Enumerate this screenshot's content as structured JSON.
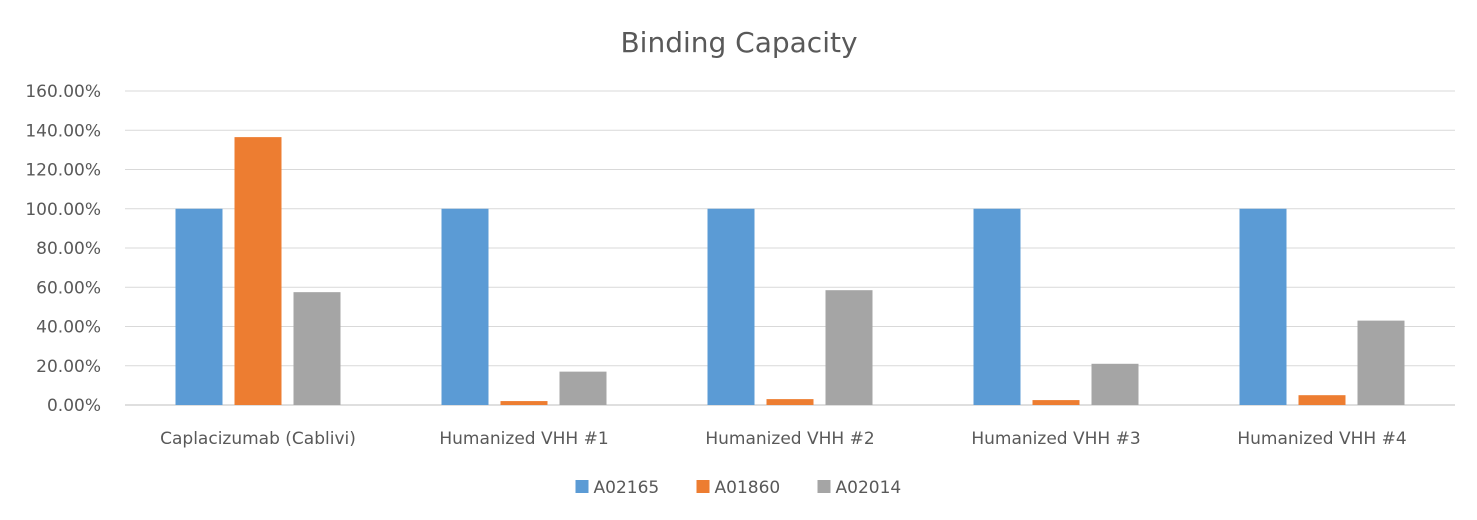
{
  "chart_data": {
    "type": "bar",
    "title": "Binding Capacity",
    "xlabel": "",
    "ylabel": "",
    "categories": [
      "Caplacizumab (Cablivi)",
      "Humanized VHH #1",
      "Humanized VHH #2",
      "Humanized VHH #3",
      "Humanized VHH #4"
    ],
    "series": [
      {
        "name": "A02165",
        "color": "#5b9bd5",
        "values": [
          100.0,
          100.0,
          100.0,
          100.0,
          100.0
        ]
      },
      {
        "name": "A01860",
        "color": "#ed7d31",
        "values": [
          136.5,
          2.0,
          3.0,
          2.5,
          5.0
        ]
      },
      {
        "name": "A02014",
        "color": "#a5a5a5",
        "values": [
          57.5,
          17.0,
          58.5,
          21.0,
          43.0
        ]
      }
    ],
    "ylim": [
      0,
      160
    ],
    "yticks": [
      "0.00%",
      "20.00%",
      "40.00%",
      "60.00%",
      "80.00%",
      "100.00%",
      "120.00%",
      "140.00%",
      "160.00%"
    ],
    "grid": true,
    "legend_position": "bottom"
  }
}
